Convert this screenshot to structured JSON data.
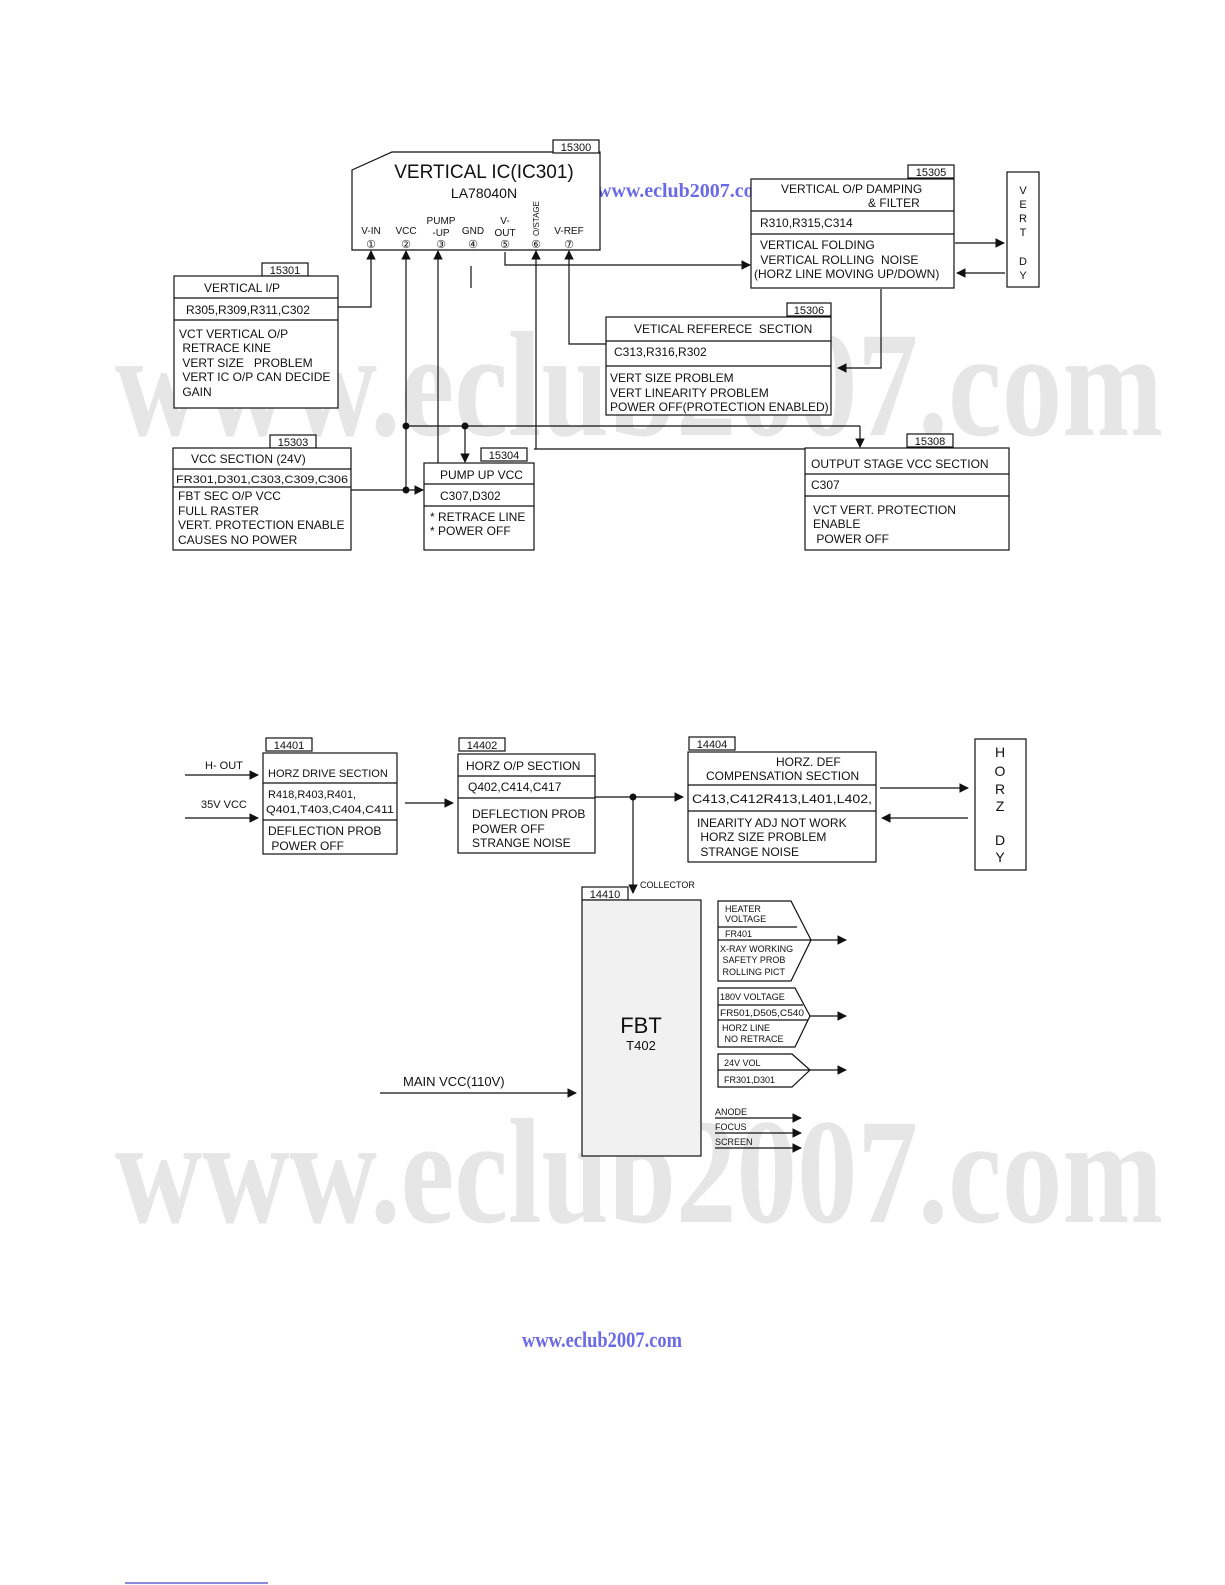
{
  "watermark": {
    "text": "www.eclub2007.com",
    "link_text": "www.eclub2007.com"
  },
  "vertical": {
    "ic": {
      "code": "15300",
      "title": "VERTICAL IC(IC301)",
      "part": "LA78040N",
      "pins": [
        {
          "num": "①",
          "label": "V-IN"
        },
        {
          "num": "②",
          "label": "VCC"
        },
        {
          "num": "③",
          "label": "PUMP -UP"
        },
        {
          "num": "④",
          "label": "GND"
        },
        {
          "num": "⑤",
          "label": "V- OUT"
        },
        {
          "num": "⑥",
          "label": "O/STAGE"
        },
        {
          "num": "⑦",
          "label": "V-REF"
        }
      ]
    },
    "vertical_ip": {
      "code": "15301",
      "title": "VERTICAL  I/P",
      "parts": "R305,R309,R311,C302",
      "notes": [
        "VCT VERTICAL O/P",
        " RETRACE KINE",
        " VERT SIZE   PROBLEM",
        " VERT IC O/P CAN DECIDE",
        " GAIN"
      ]
    },
    "vcc_section": {
      "code": "15303",
      "title": "VCC SECTION (24V)",
      "parts": "FR301,D301,C303,C309,C306",
      "notes": [
        "FBT SEC O/P VCC",
        "FULL RASTER",
        "VERT. PROTECTION ENABLE",
        "CAUSES NO POWER"
      ]
    },
    "pump_up": {
      "code": "15304",
      "title": "PUMP UP VCC",
      "parts": "C307,D302",
      "notes": [
        "* RETRACE LINE",
        "* POWER OFF"
      ]
    },
    "damping": {
      "code": "15305",
      "title_lines": [
        "VERTICAL O/P DAMPING",
        "& FILTER"
      ],
      "parts": "R310,R315,C314",
      "notes": [
        "VERTICAL FOLDING",
        " VERTICAL ROLLING  NOISE",
        "(HORZ LINE MOVING UP/DOWN)"
      ]
    },
    "reference": {
      "code": "15306",
      "title": "VETICAL REFERECE  SECTION",
      "parts": "C313,R316,R302",
      "notes": [
        "VERT SIZE PROBLEM",
        "VERT LINEARITY PROBLEM",
        "POWER OFF(PROTECTION ENABLED)"
      ]
    },
    "output_stage": {
      "code": "15308",
      "title": "OUTPUT STAGE VCC SECTION",
      "parts": "C307",
      "notes": [
        "VCT VERT. PROTECTION",
        "ENABLE",
        " POWER OFF"
      ]
    },
    "vert_dy": [
      "V",
      "E",
      "R",
      "T",
      "",
      "D",
      "Y"
    ]
  },
  "horizontal": {
    "inputs": {
      "h_out": "H- OUT",
      "v35": "35V VCC",
      "main_vcc": "MAIN VCC(110V)"
    },
    "drive": {
      "code": "14401",
      "title": "HORZ DRIVE SECTION",
      "parts": [
        "R418,R403,R401,",
        "Q401,T403,C404,C411"
      ],
      "notes": [
        "DEFLECTION PROB",
        " POWER OFF"
      ]
    },
    "output": {
      "code": "14402",
      "title": "HORZ O/P SECTION",
      "parts": "Q402,C414,C417",
      "notes": [
        "DEFLECTION PROB",
        "POWER OFF",
        "STRANGE NOISE"
      ]
    },
    "compensation": {
      "code": "14404",
      "title_lines": [
        "HORZ. DEF",
        "COMPENSATION SECTION"
      ],
      "parts": "C413,C412R413,L401,L402,",
      "notes": [
        "INEARITY ADJ NOT WORK",
        " HORZ SIZE PROBLEM",
        " STRANGE NOISE"
      ]
    },
    "horz_dy": [
      "H",
      "O",
      "R",
      "Z",
      "",
      "D",
      "Y"
    ],
    "collector": "COLLECTOR",
    "fbt": {
      "code": "14410",
      "title": "FBT",
      "part": "T402"
    },
    "outputs": {
      "heater": {
        "title": [
          "HEATER",
          "VOLTAGE"
        ],
        "parts": "FR401",
        "notes": [
          "X-RAY WORKING",
          " SAFETY PROB",
          " ROLLING PICT"
        ]
      },
      "v180": {
        "title": "180V VOLTAGE",
        "parts": "FR501,D505,C540",
        "notes": [
          "HORZ LINE",
          " NO RETRACE"
        ]
      },
      "v24": {
        "title": "24V VOL",
        "parts": "FR301,D301"
      },
      "hv": [
        "ANODE",
        "FOCUS",
        "SCREEN"
      ]
    }
  }
}
